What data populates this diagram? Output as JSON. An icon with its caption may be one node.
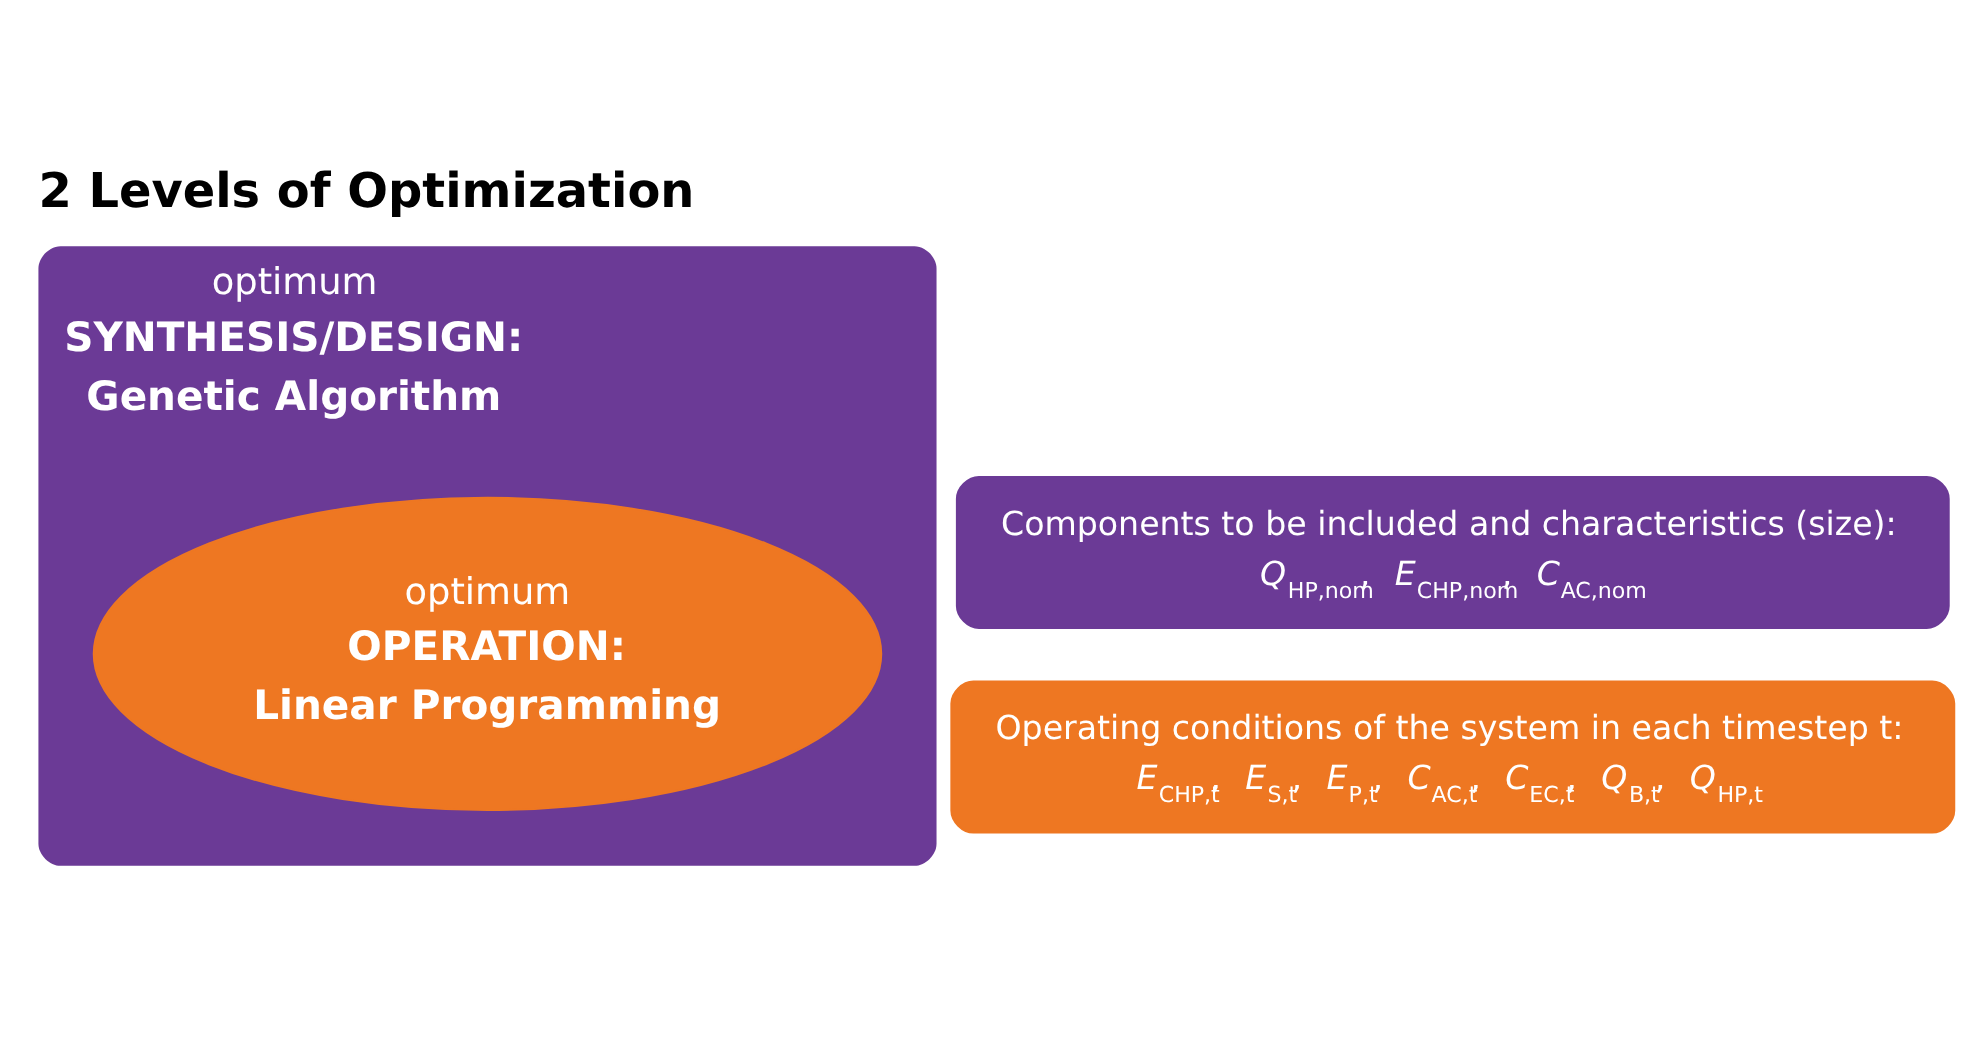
{
  "diagram": {
    "title": "2 Levels of Optimization",
    "nodes": [
      {
        "text": [
          "optimum",
          "SYNTHESIS/DESIGN:",
          "Genetic Algorithm"
        ]
      },
      {
        "text": [
          "Components to be included and characteristics (size):",
          "*Q*$_{HP,nom}$, *E*$_{CHP,nom}$, *C*$_{AC,nom}$"
        ]
      },
      {
        "text": [
          "optimum",
          "OPERATION:",
          "Linear Programming"
        ],
        "in": 0
      },
      {
        "text": [
          "Operating conditions of the system in each timestep t:",
          "*E*$_{CHP,t}$, *E*$_{S,t}$, *E*$_{P,t}$, *C*$_{AC,t}$, *C*$_{EC,t}$, *Q*$_{B,t}$, *Q*$_{HP,t}$"
        ]
      }
    ],
    "edges": []
  }
}
